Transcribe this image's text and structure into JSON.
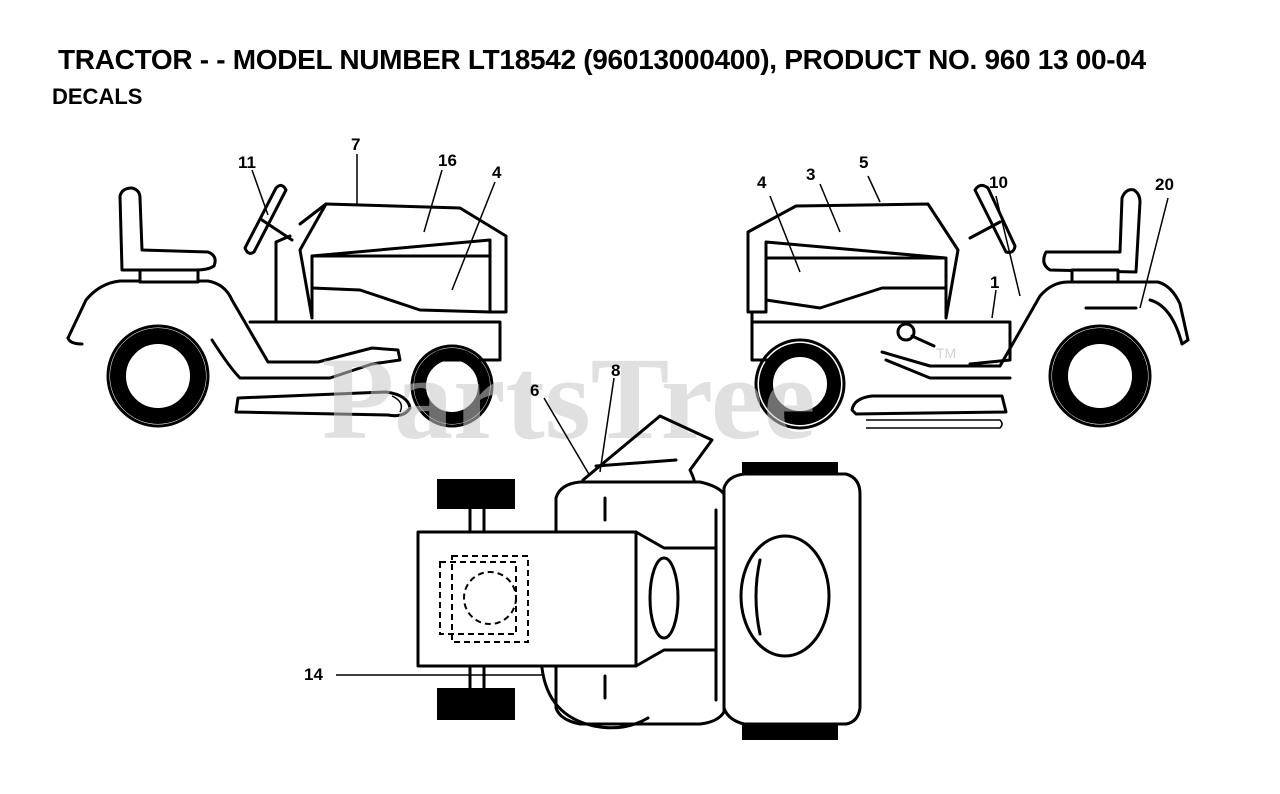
{
  "header": {
    "title": "TRACTOR - - MODEL NUMBER LT18542 (96013000400), PRODUCT NO. 960 13 00-04",
    "subtitle": "DECALS"
  },
  "watermark": {
    "text": "PartsTree",
    "tm": "TM"
  },
  "callouts": {
    "left_view": {
      "c11": "11",
      "c7": "7",
      "c16": "16",
      "c4": "4"
    },
    "right_view": {
      "c4": "4",
      "c3": "3",
      "c5": "5",
      "c10": "10",
      "c20": "20",
      "c1": "1"
    },
    "top_view": {
      "c6": "6",
      "c8": "8",
      "c14": "14"
    }
  },
  "colors": {
    "ink": "#000000",
    "watermark": "#c8c8c8",
    "background": "#ffffff"
  }
}
